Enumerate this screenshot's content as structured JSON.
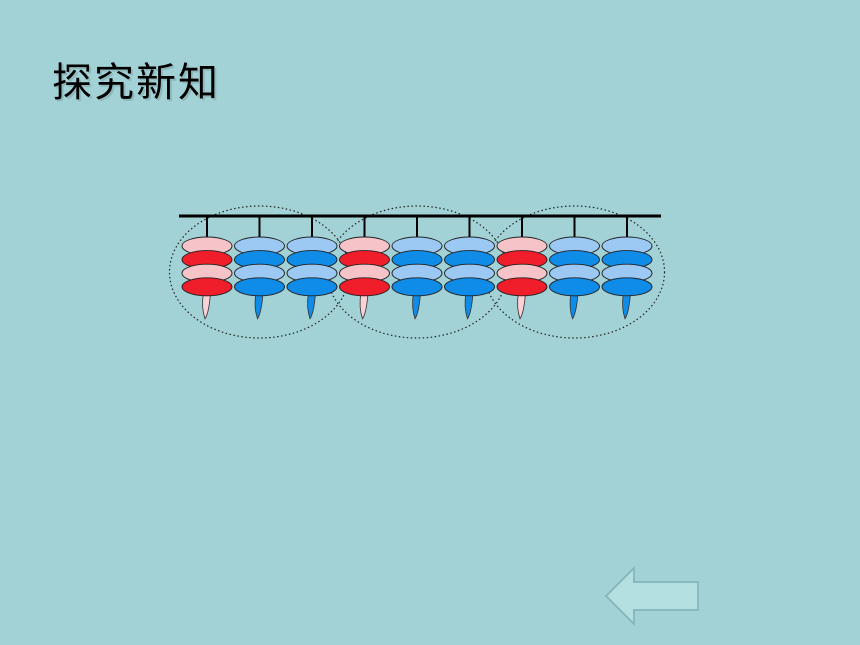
{
  "slide": {
    "title": "探究新知"
  },
  "abacus": {
    "rods": [
      {
        "beads": [
          "light-pink",
          "red",
          "light-pink",
          "red"
        ],
        "pendant": "pink"
      },
      {
        "beads": [
          "light-blue",
          "blue",
          "light-blue",
          "blue"
        ],
        "pendant": "blue"
      },
      {
        "beads": [
          "light-blue",
          "blue",
          "light-blue",
          "blue"
        ],
        "pendant": "blue"
      },
      {
        "beads": [
          "light-pink",
          "red",
          "light-pink",
          "red"
        ],
        "pendant": "pink"
      },
      {
        "beads": [
          "light-blue",
          "blue",
          "light-blue",
          "blue"
        ],
        "pendant": "blue"
      },
      {
        "beads": [
          "light-blue",
          "blue",
          "light-blue",
          "blue"
        ],
        "pendant": "blue"
      },
      {
        "beads": [
          "light-pink",
          "red",
          "light-pink",
          "red"
        ],
        "pendant": "pink"
      },
      {
        "beads": [
          "light-blue",
          "blue",
          "light-blue",
          "blue"
        ],
        "pendant": "blue"
      },
      {
        "beads": [
          "light-blue",
          "blue",
          "light-blue",
          "blue"
        ],
        "pendant": "blue"
      }
    ],
    "groups": 3,
    "colors": {
      "light-pink": "#f6c3c8",
      "red": "#f01e2b",
      "light-blue": "#9cc9f4",
      "blue": "#0f8be8",
      "pink": "#fbd0d6",
      "bar": "#000000"
    }
  },
  "navigation": {
    "back_icon": "left-arrow-icon",
    "arrow_fill": "#b4e0e2",
    "arrow_stroke": "#8ab9bd"
  }
}
